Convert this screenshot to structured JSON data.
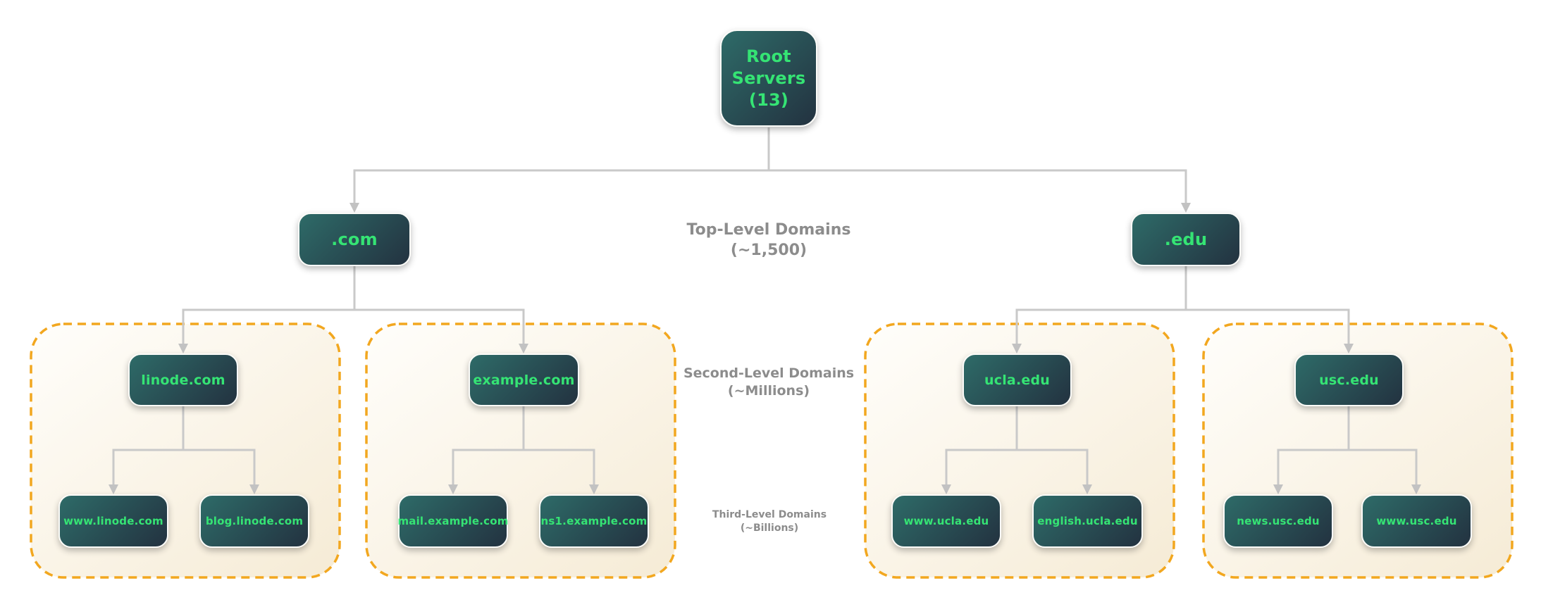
{
  "diagram": {
    "root": {
      "label": "Root Servers (13)"
    },
    "level_labels": {
      "tld": {
        "line1": "Top-Level Domains",
        "line2": "(~1,500)"
      },
      "sld": {
        "line1": "Second-Level Domains",
        "line2": "(~Millions)"
      },
      "third": {
        "line1": "Third-Level Domains",
        "line2": "(~Billions)"
      }
    },
    "tlds": [
      {
        "label": ".com"
      },
      {
        "label": ".edu"
      }
    ],
    "groups": [
      {
        "parent": "linode.com",
        "children": [
          "www.linode.com",
          "blog.linode.com"
        ]
      },
      {
        "parent": "example.com",
        "children": [
          "mail.example.com",
          "ns1.example.com"
        ]
      },
      {
        "parent": "ucla.edu",
        "children": [
          "www.ucla.edu",
          "english.ucla.edu"
        ]
      },
      {
        "parent": "usc.edu",
        "children": [
          "news.usc.edu",
          "www.usc.edu"
        ]
      }
    ],
    "colors": {
      "node_gradient_start": "#2e6b68",
      "node_gradient_end": "#233240",
      "node_text": "#35e474",
      "connector": "#c9c9c9",
      "arrow": "#c2c2c2",
      "group_border": "#f2a71f",
      "group_fill_start": "#fffefb",
      "group_fill_end": "#f6ecd7",
      "label_text": "#8c8c8c"
    }
  }
}
